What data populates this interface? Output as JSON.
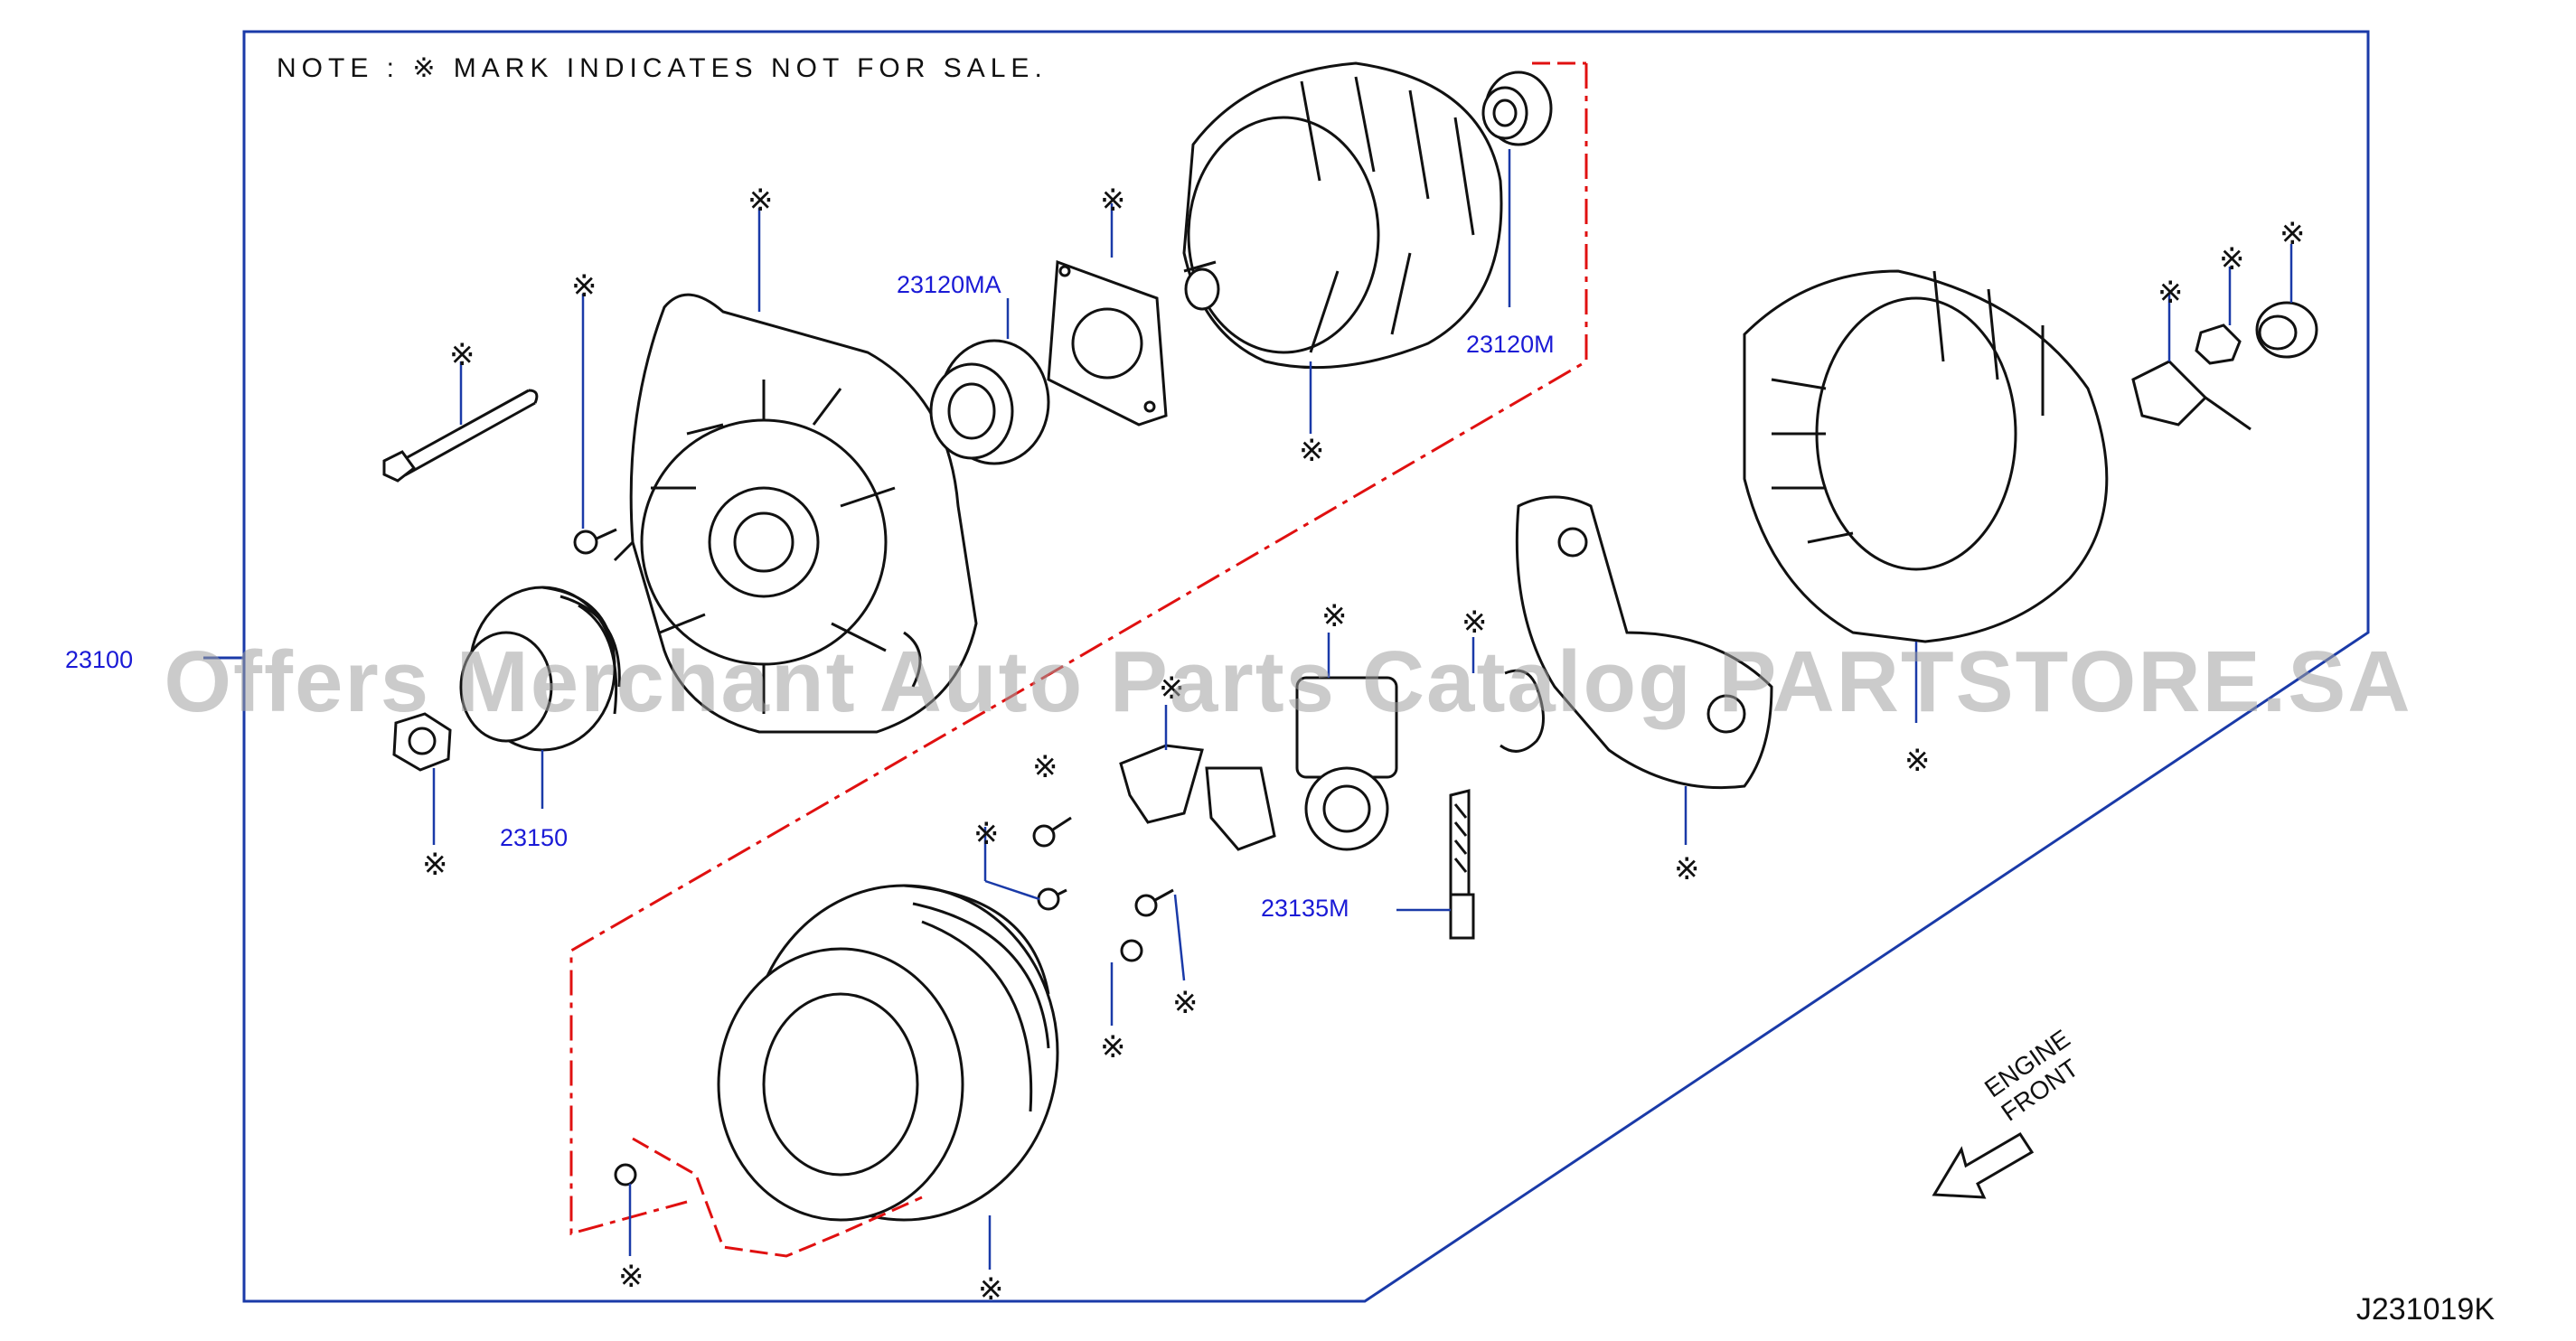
{
  "note": "NOTE : ※ MARK INDICATES NOT FOR SALE.",
  "watermark": "Offers Merchant Auto Parts Catalog PARTSTORE.SA",
  "diagram_code": "J231019K",
  "direction_label": {
    "line1": "ENGINE",
    "line2": "FRONT"
  },
  "mark_symbol": "※",
  "part_numbers": {
    "assembly": "23100",
    "pulley": "23150",
    "bearing_front": "23120MA",
    "bearing_rear": "23120M",
    "brush": "23135M"
  },
  "colors": {
    "frame": "#1a3aa8",
    "part_number": "#1a1ad6",
    "dash_line": "#e01010"
  }
}
